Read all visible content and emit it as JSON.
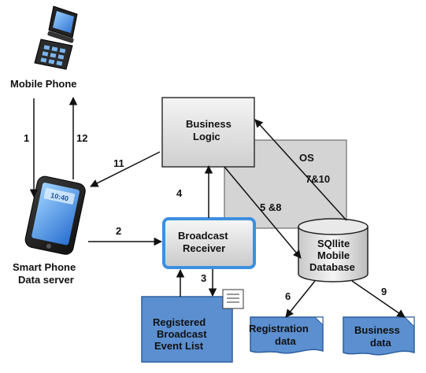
{
  "nodes": {
    "mobile_phone": "Mobile Phone",
    "smart_phone": [
      "Smart Phone",
      "Data server"
    ],
    "business_logic": [
      "Business",
      "Logic"
    ],
    "broadcast_receiver": [
      "Broadcast",
      "Receiver"
    ],
    "os": "OS",
    "database": [
      "SQllite",
      "Mobile",
      "Database"
    ],
    "event_list": [
      "Registered",
      "Broadcast",
      "Event List"
    ],
    "registration_data": [
      "Registration",
      "data"
    ],
    "business_data": [
      "Business",
      "data"
    ],
    "phone_screen_text": "10:40"
  },
  "edges": {
    "e1": "1",
    "e2": "2",
    "e3": "3",
    "e4": "4",
    "e5_8": "5 &8",
    "e6": "6",
    "e7_10": "7&10",
    "e9": "9",
    "e11": "11",
    "e12": "12"
  },
  "colors": {
    "blue_box": "#5b8fd0",
    "blue_border": "#2d5f9e",
    "receiver_border": "#3d8fe0",
    "gray_box": "#d6d6d6",
    "gray_light": "#efefef"
  }
}
